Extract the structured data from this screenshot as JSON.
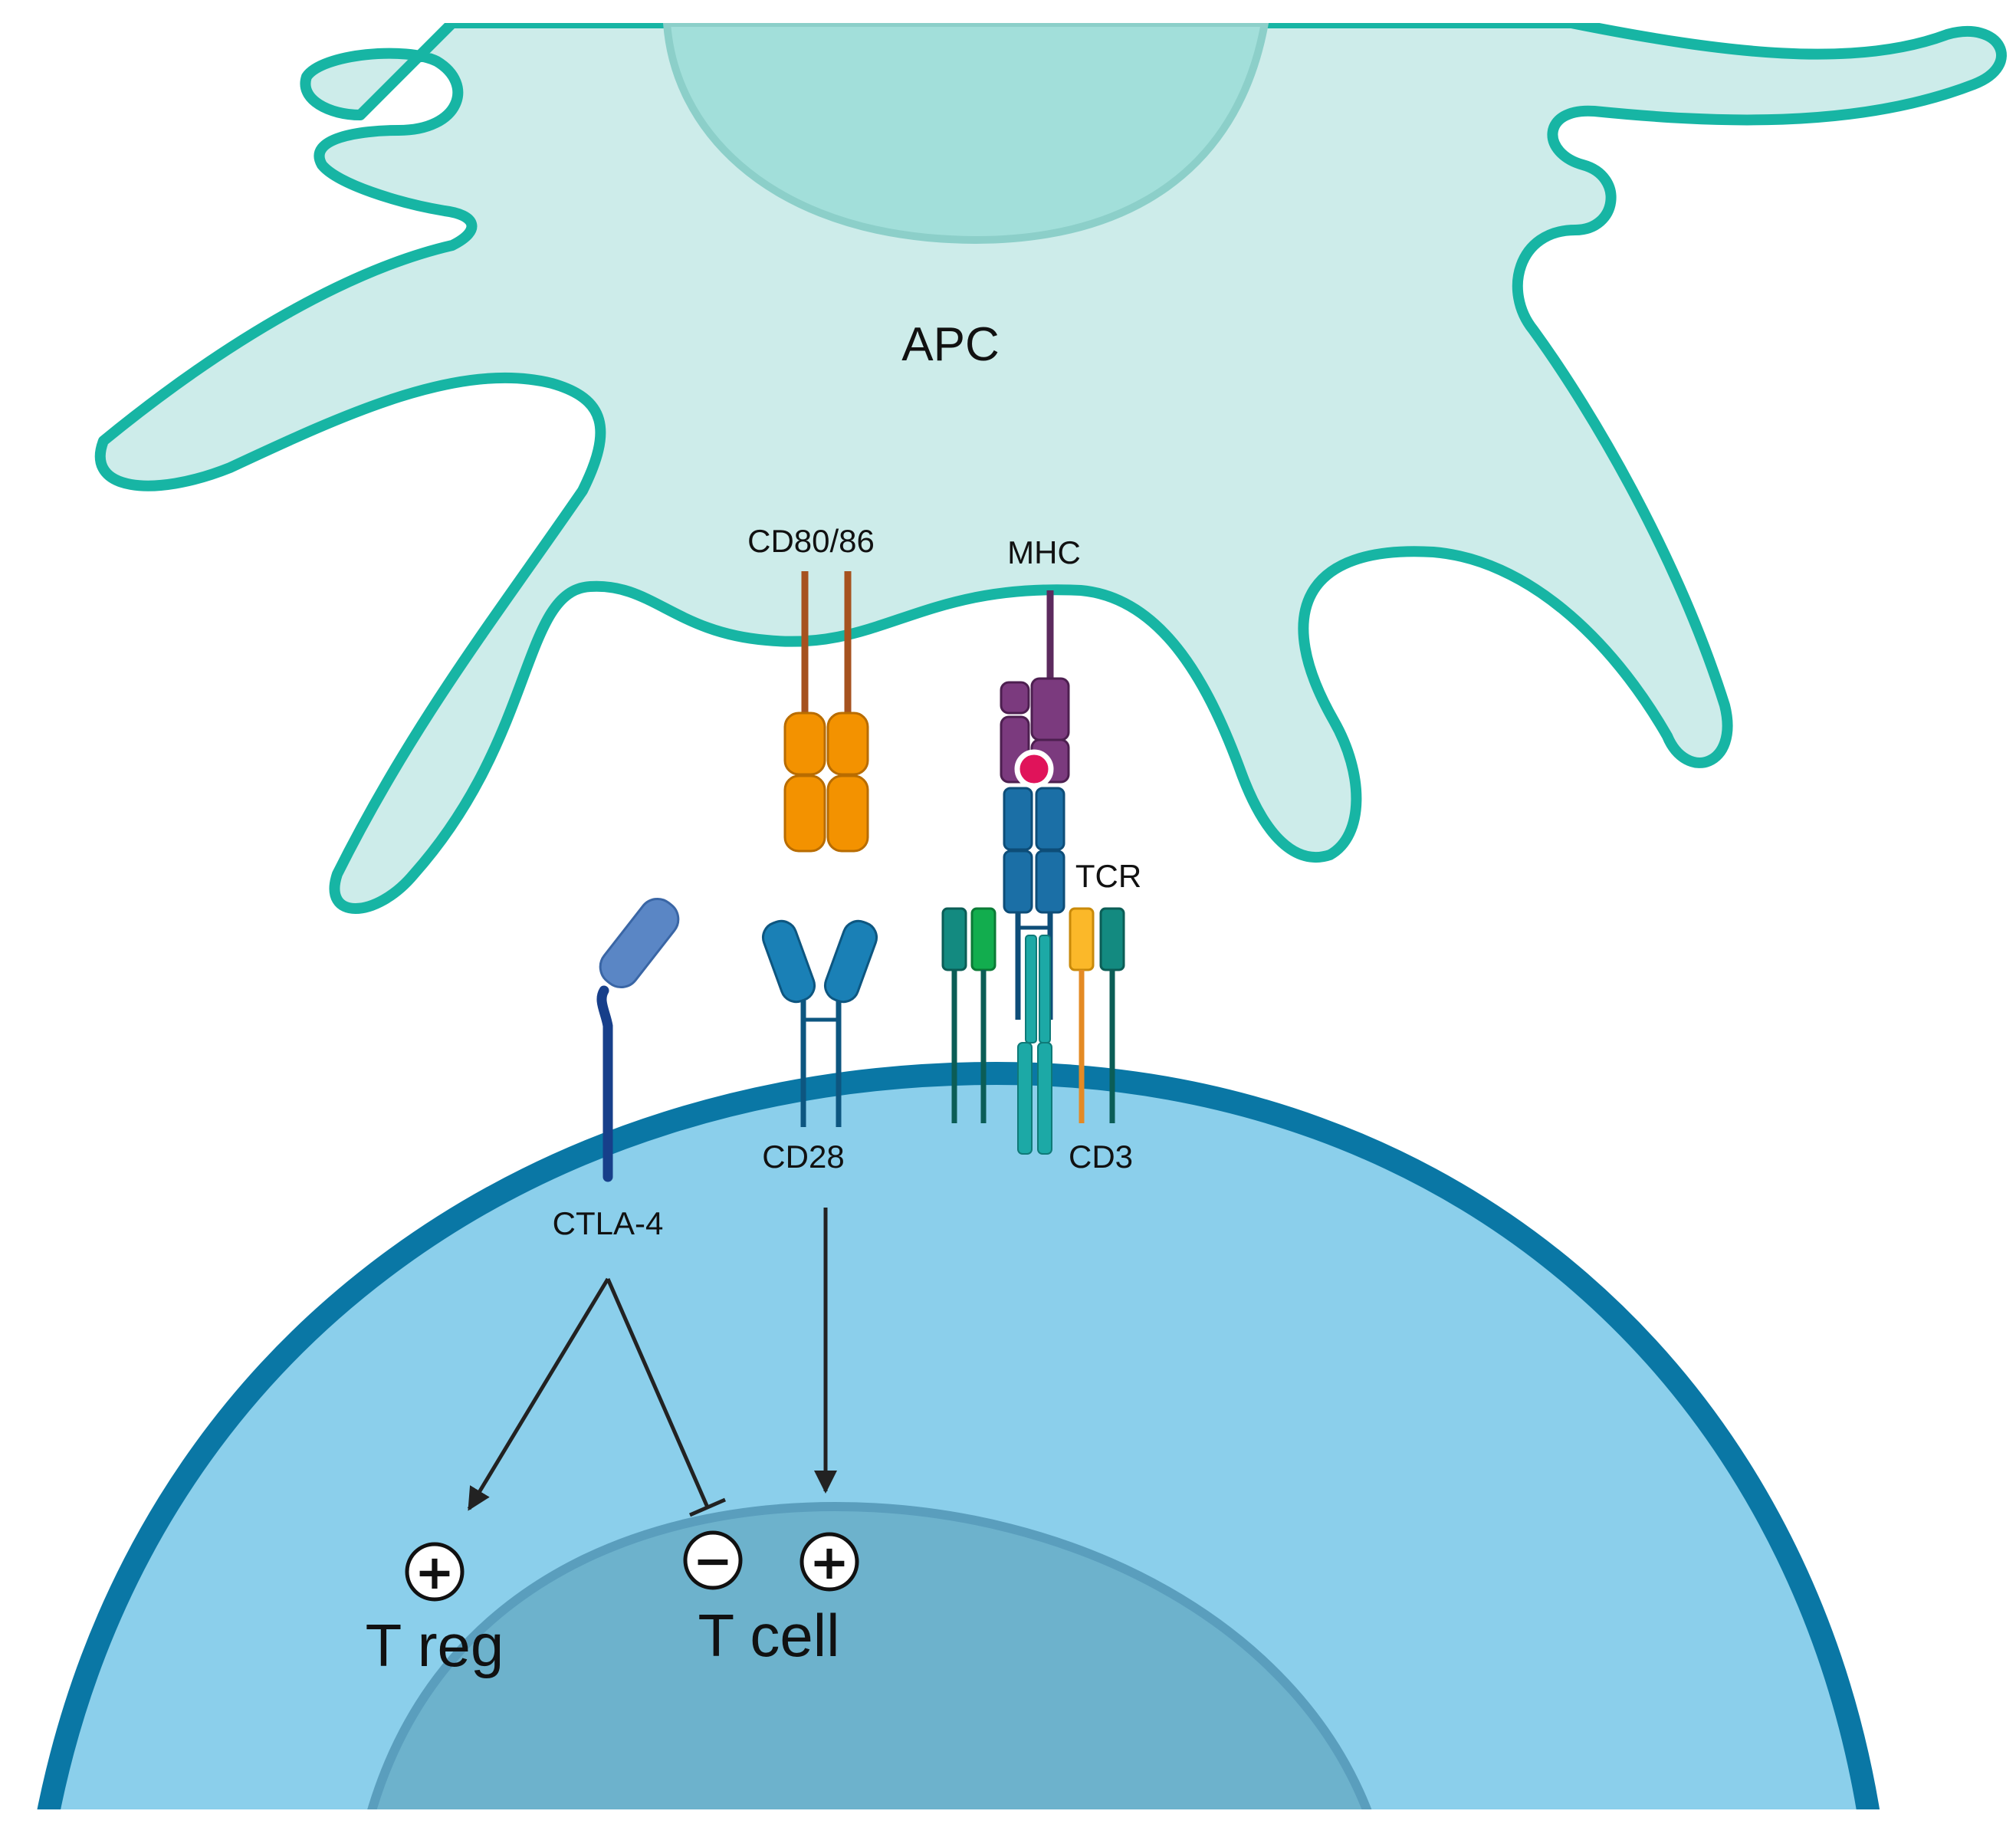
{
  "labels": {
    "apc": "APC",
    "cd80_86": "CD80/86",
    "mhc": "MHC",
    "tcr": "TCR",
    "cd28": "CD28",
    "cd3": "CD3",
    "ctla4": "CTLA-4",
    "treg": "T reg",
    "tcell": "T cell"
  },
  "signs": {
    "treg": "+",
    "tcell_minus": "−",
    "tcell_plus": "+"
  },
  "colors": {
    "apc_fill": "#cdecea",
    "apc_outline": "#17b5a4",
    "apc_nucleus": "#a2dfda",
    "tcell_fill": "#8bcfeb",
    "tcell_membrane": "#0a77a5",
    "tcell_nucleus": "#6db2cc",
    "cd80_orange": "#f39200",
    "cd80_stalk": "#a6521f",
    "mhc_purple": "#7b3a7e",
    "peptide": "#e0135a",
    "tcr_blue": "#1b6fa6",
    "cd28_blue": "#1a80b6",
    "ctla4_head": "#5a86c5",
    "ctla4_stalk": "#173f8a",
    "cd3_teal": "#138a80",
    "cd3_green": "#12ad4e",
    "cd3_yellow": "#fbb829",
    "arrow": "#222222"
  }
}
